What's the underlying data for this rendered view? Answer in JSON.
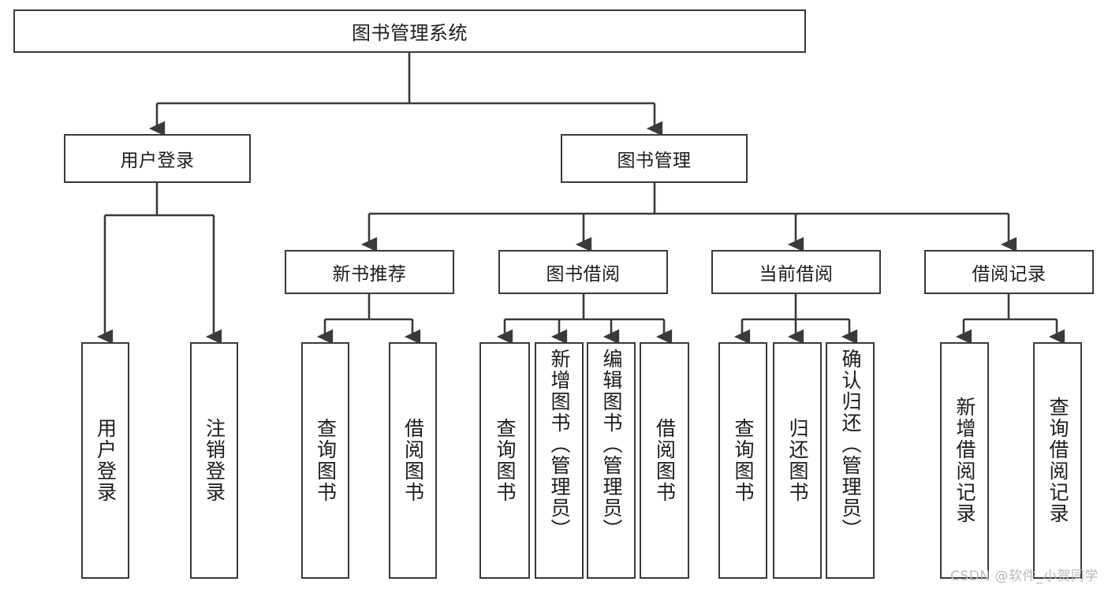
{
  "diagram": {
    "title": "图书管理系统",
    "watermark": "CSDN @软件_小贺同学",
    "root": {
      "label": "图书管理系统"
    },
    "level2": [
      {
        "label": "用户登录"
      },
      {
        "label": "图书管理"
      }
    ],
    "level3": [
      {
        "label": "新书推荐"
      },
      {
        "label": "图书借阅"
      },
      {
        "label": "当前借阅"
      },
      {
        "label": "借阅记录"
      }
    ],
    "leaves": {
      "user_login": [
        {
          "label": "用户登录"
        },
        {
          "label": "注销登录"
        }
      ],
      "new_book_recommend": [
        {
          "label": "查询图书"
        },
        {
          "label": "借阅图书"
        }
      ],
      "book_borrow": [
        {
          "label": "查询图书"
        },
        {
          "label": "新增图书（管理员）"
        },
        {
          "label": "编辑图书（管理员）"
        },
        {
          "label": "借阅图书"
        }
      ],
      "current_borrow": [
        {
          "label": "查询图书"
        },
        {
          "label": "归还图书"
        },
        {
          "label": "确认归还（管理员）"
        }
      ],
      "borrow_record": [
        {
          "label": "新增借阅记录"
        },
        {
          "label": "查询借阅记录"
        }
      ]
    },
    "colors": {
      "stroke": "#3a3a3a",
      "text": "#1c1c1c",
      "background": "#ffffff",
      "watermark": "#b9b9b9"
    }
  }
}
